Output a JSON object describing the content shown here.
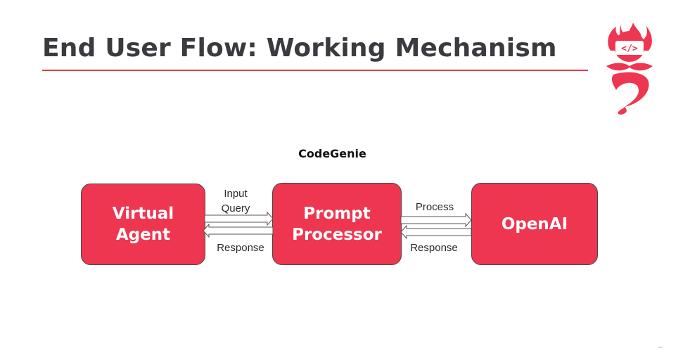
{
  "slide": {
    "title": "End User Flow: Working Mechanism"
  },
  "logo": {
    "icon": "genie-code-icon",
    "glyph": "</>",
    "color": "#ef3650"
  },
  "diagram": {
    "heading": "CodeGenie",
    "node_color": "#ef3650",
    "nodes": [
      {
        "id": "virtual-agent",
        "label": "Virtual Agent"
      },
      {
        "id": "prompt-processor",
        "label": "Prompt Processor"
      },
      {
        "id": "openai",
        "label": "OpenAI"
      }
    ],
    "edges": [
      {
        "from": "virtual-agent",
        "to": "prompt-processor",
        "label": "Input Query"
      },
      {
        "from": "prompt-processor",
        "to": "virtual-agent",
        "label": "Response"
      },
      {
        "from": "prompt-processor",
        "to": "openai",
        "label": "Process"
      },
      {
        "from": "openai",
        "to": "prompt-processor",
        "label": "Response"
      }
    ]
  }
}
